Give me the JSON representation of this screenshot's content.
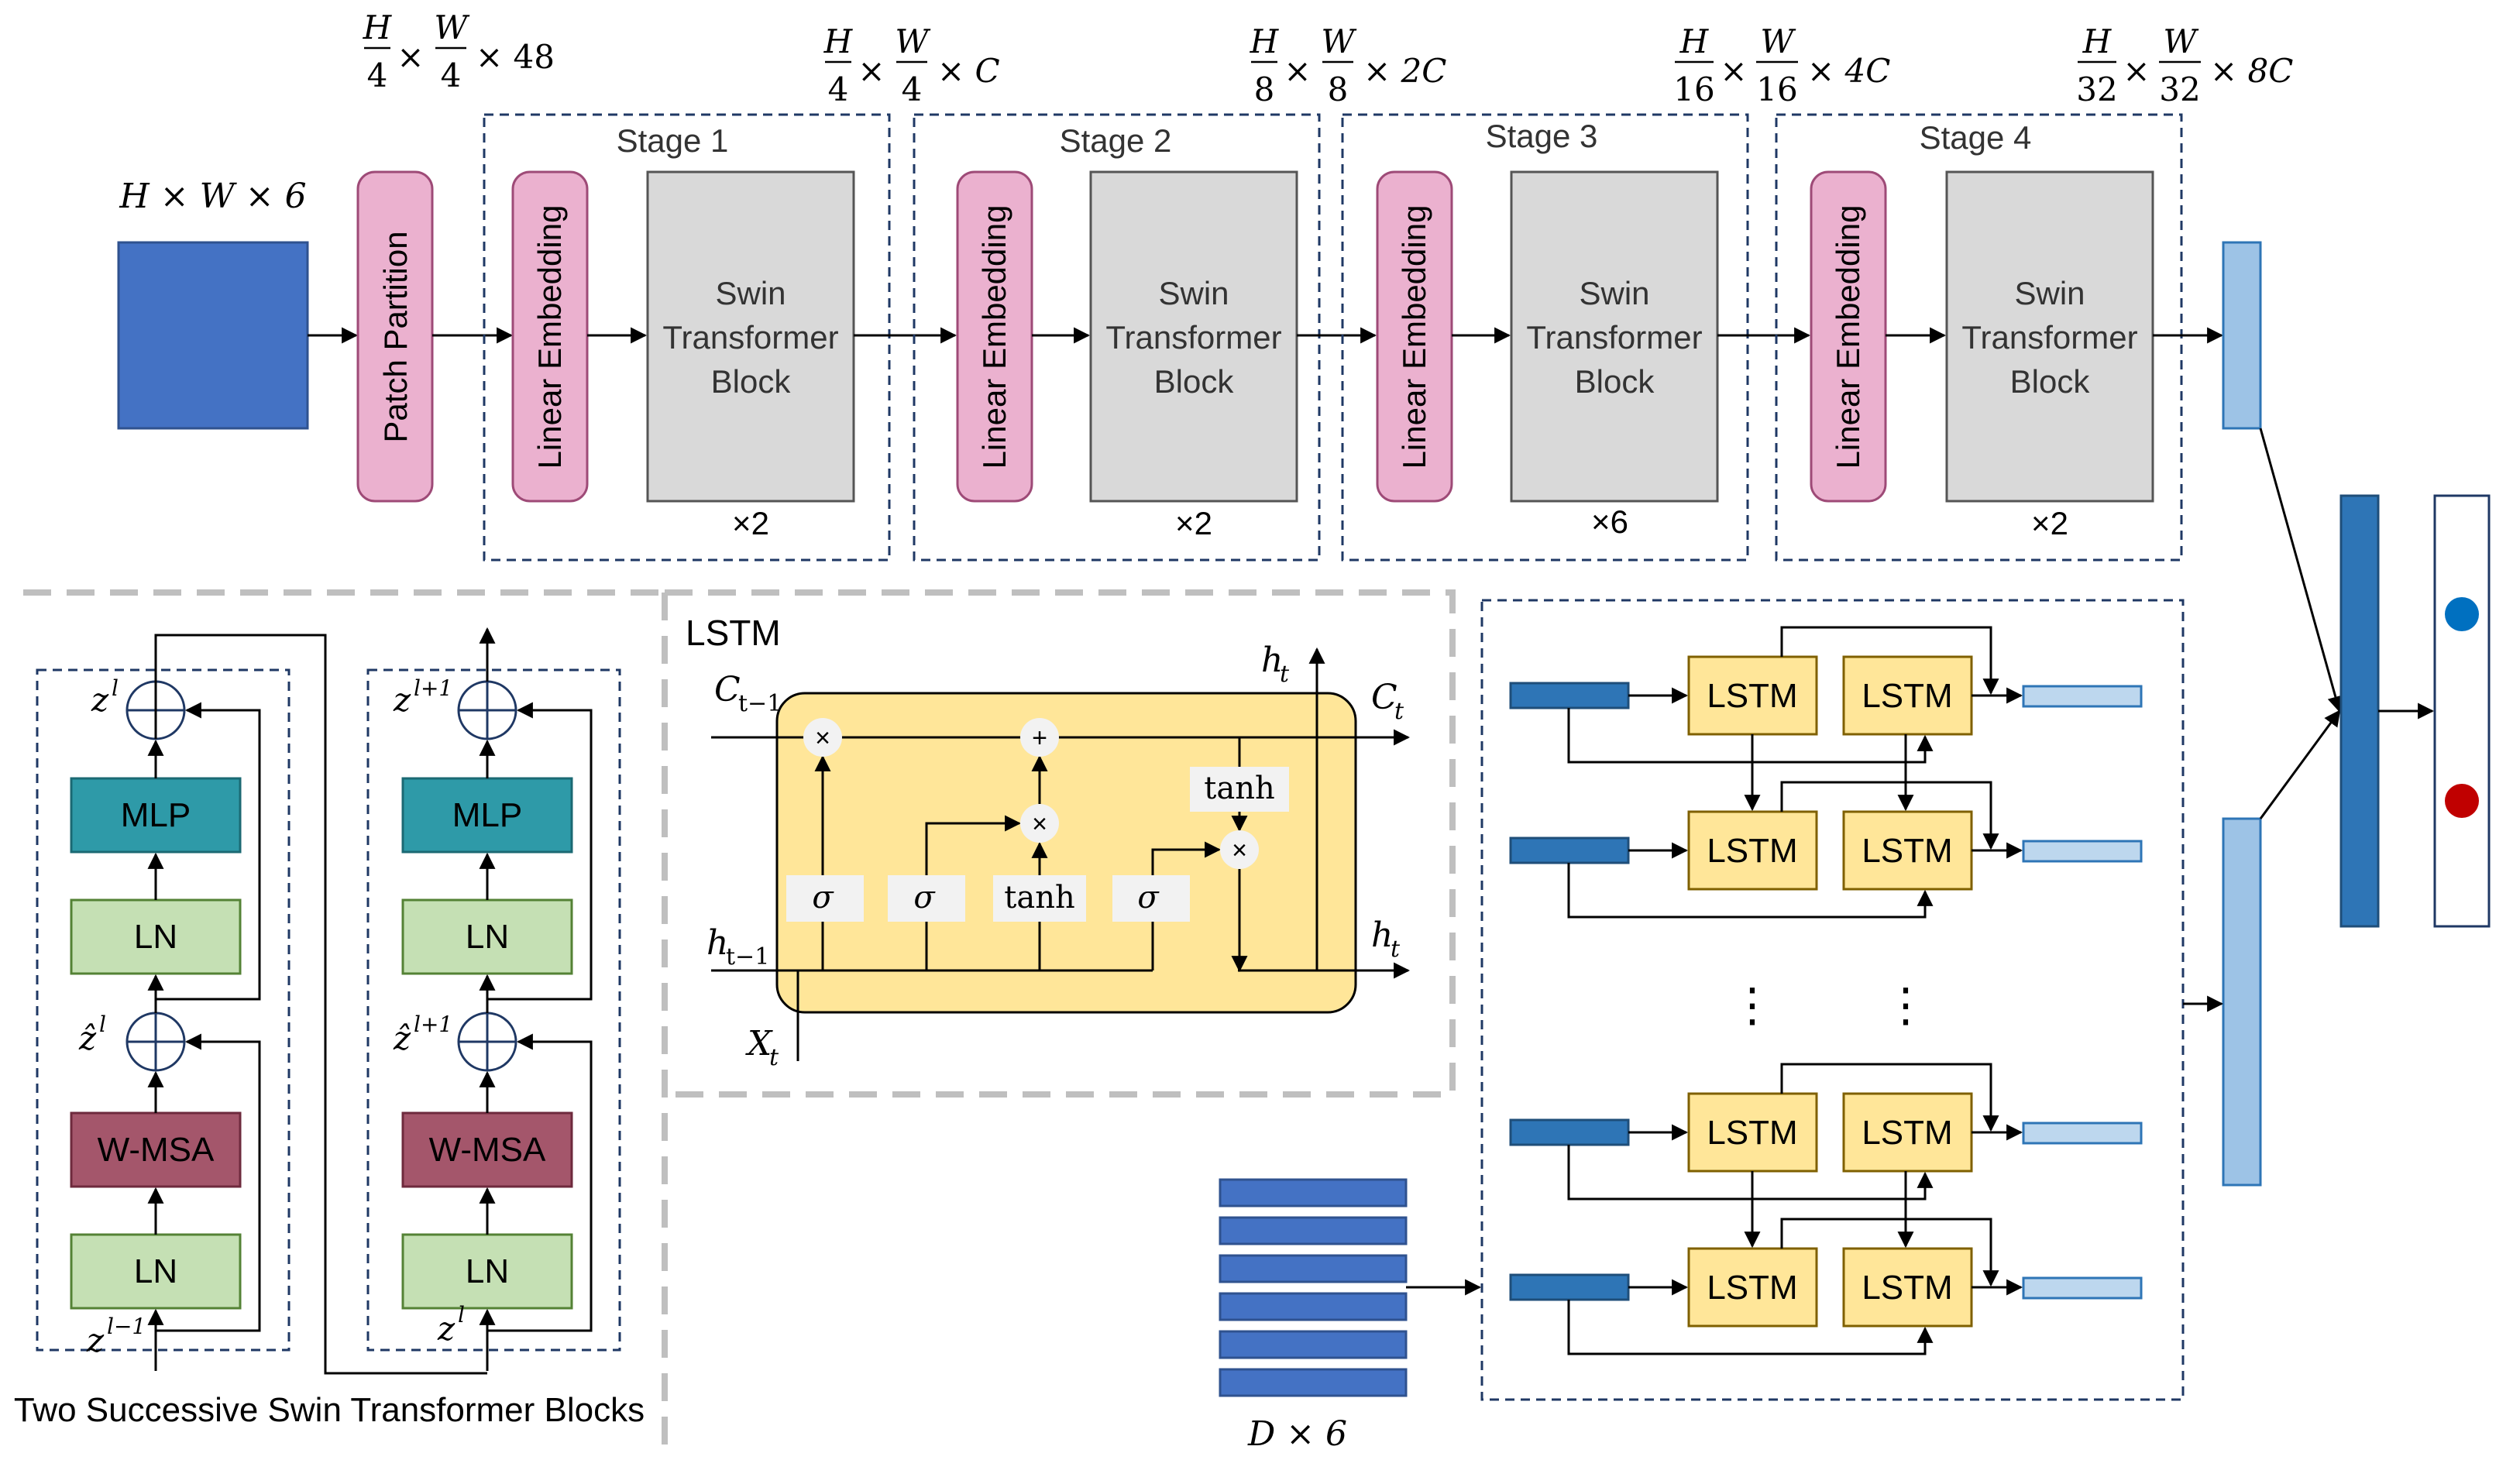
{
  "top": {
    "input_label": "H × W × 6",
    "patch_partition": "Patch Partition",
    "dim_after_partition": {
      "h_num": "H",
      "h_den": "4",
      "w_num": "W",
      "w_den": "4",
      "suffix": "× 48"
    },
    "stages": [
      {
        "title": "Stage 1",
        "embed": "Linear Embedding",
        "block_l1": "Swin",
        "block_l2": "Transformer",
        "block_l3": "Block",
        "repeat": "×2",
        "dim": {
          "h_num": "H",
          "h_den": "4",
          "w_num": "W",
          "w_den": "4",
          "suffix": "× C"
        }
      },
      {
        "title": "Stage 2",
        "embed": "Linear Embedding",
        "block_l1": "Swin",
        "block_l2": "Transformer",
        "block_l3": "Block",
        "repeat": "×2",
        "dim": {
          "h_num": "H",
          "h_den": "8",
          "w_num": "W",
          "w_den": "8",
          "suffix": "× 2C"
        }
      },
      {
        "title": "Stage 3",
        "embed": "Linear Embedding",
        "block_l1": "Swin",
        "block_l2": "Transformer",
        "block_l3": "Block",
        "repeat": "×6",
        "dim": {
          "h_num": "H",
          "h_den": "16",
          "w_num": "W",
          "w_den": "16",
          "suffix": "× 4C"
        }
      },
      {
        "title": "Stage 4",
        "embed": "Linear Embedding",
        "block_l1": "Swin",
        "block_l2": "Transformer",
        "block_l3": "Block",
        "repeat": "×2",
        "dim": {
          "h_num": "H",
          "h_den": "32",
          "w_num": "W",
          "w_den": "32",
          "suffix": "× 8C"
        }
      }
    ]
  },
  "swin_blocks": {
    "caption": "Two Successive Swin Transformer Blocks",
    "left": {
      "mlp": "MLP",
      "ln_top": "LN",
      "wmsa": "W-MSA",
      "ln_bottom": "LN",
      "z_out": "z",
      "z_out_sup": "l",
      "z_hat": "ẑ",
      "z_hat_sup": "l",
      "z_in": "z",
      "z_in_sup": "l−1"
    },
    "right": {
      "mlp": "MLP",
      "ln_top": "LN",
      "wmsa": "W-MSA",
      "ln_bottom": "LN",
      "z_out": "z",
      "z_out_sup": "l+1",
      "z_hat": "ẑ",
      "z_hat_sup": "l+1",
      "z_in": "z",
      "z_in_sup": "l"
    }
  },
  "lstm_cell": {
    "title": "LSTM",
    "c_prev": "C",
    "c_prev_sub": "t−1",
    "c_next": "C",
    "c_next_sub": "t",
    "h_prev": "h",
    "h_prev_sub": "t−1",
    "h_out_top": "h",
    "h_out_top_sub": "t",
    "h_out_right": "h",
    "h_out_right_sub": "t",
    "x_in": "X",
    "x_in_sub": "t",
    "gate_sigma": "σ",
    "gate_tanh": "tanh",
    "tanh_top": "tanh",
    "op_mul": "×",
    "op_add": "+"
  },
  "lstm_stack": {
    "cell_label": "LSTM",
    "ellipsis": "⋮",
    "seq_label": "D × 6"
  },
  "colors": {
    "dark_blue": "#4472C4",
    "light_blue": "#9DC3E6",
    "pink": "#EBB1CF",
    "gray": "#D9D9D9",
    "yellow": "#FFE699",
    "teal": "#2E9AA8",
    "green": "#C5E0B4",
    "maroon": "#A4566B",
    "dashed_border": "#1F3864",
    "dot_blue": "#0070C0",
    "dot_red": "#C00000"
  }
}
